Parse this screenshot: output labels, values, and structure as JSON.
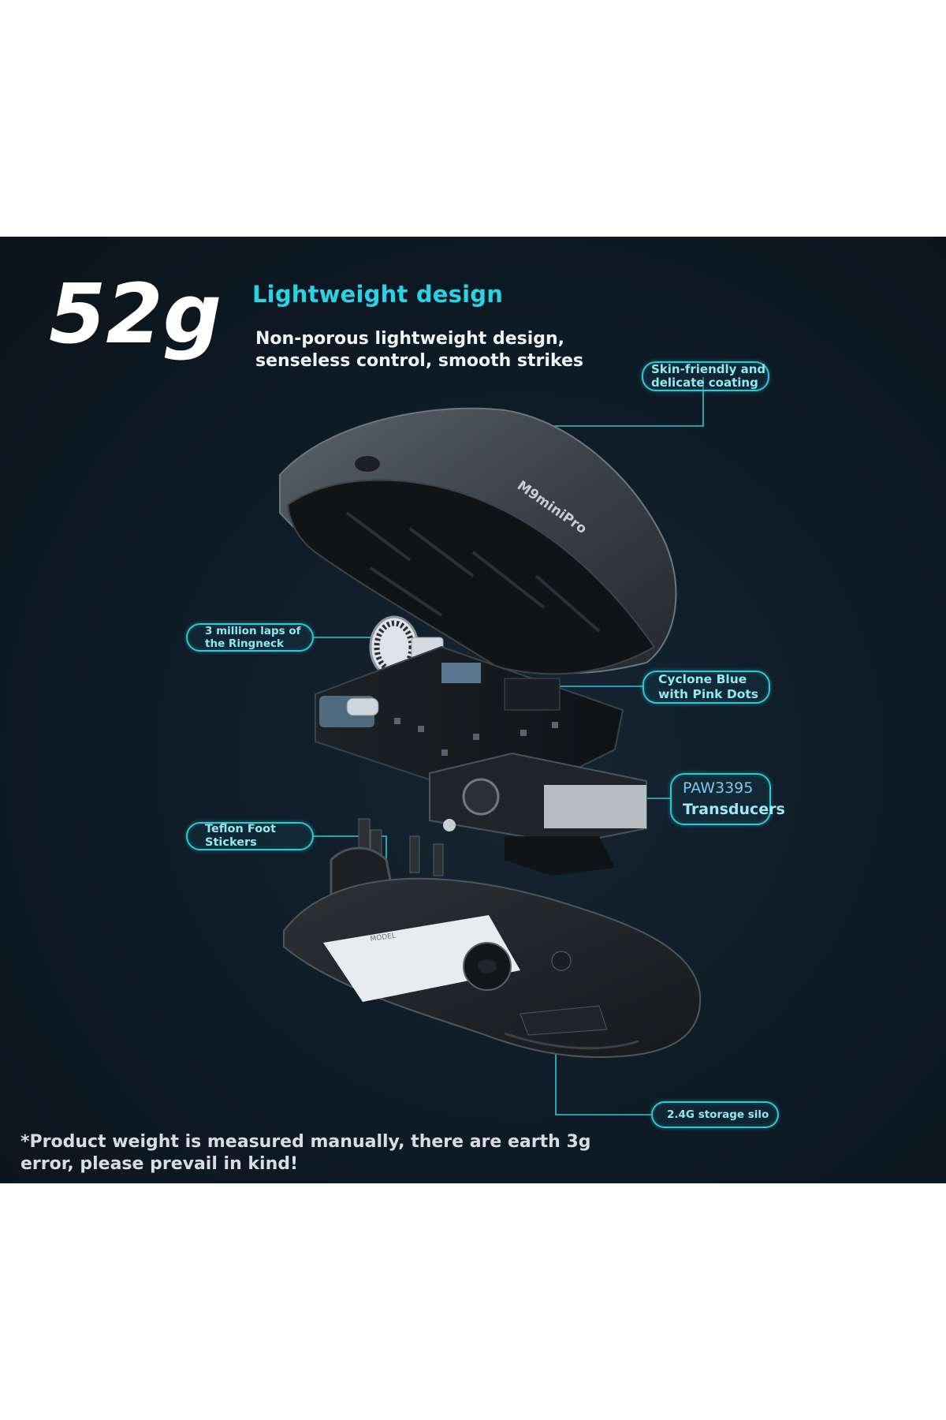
{
  "weight_label": "52g",
  "headline": "Lightweight design",
  "subline": "Non-porous lightweight design, senseless control, smooth strikes",
  "model_text": "M9miniPro",
  "callouts": {
    "skin": [
      "Skin-friendly and",
      "delicate coating"
    ],
    "ringneck": [
      "3 million laps of",
      "the Ringneck"
    ],
    "cyclone": [
      "Cyclone Blue",
      "with Pink Dots"
    ],
    "paw": [
      "PAW3395",
      "Transducers"
    ],
    "teflon": [
      "Teflon Foot",
      "Stickers"
    ],
    "silo": "2.4G storage silo"
  },
  "footnote": [
    "*Product weight is measured manually, there are earth 3g",
    "error, please prevail in kind!"
  ],
  "colors": {
    "background": "#0e1a24",
    "accent": "#2ec8d8",
    "headline": "#29d3e6",
    "text": "#eef3f6"
  }
}
